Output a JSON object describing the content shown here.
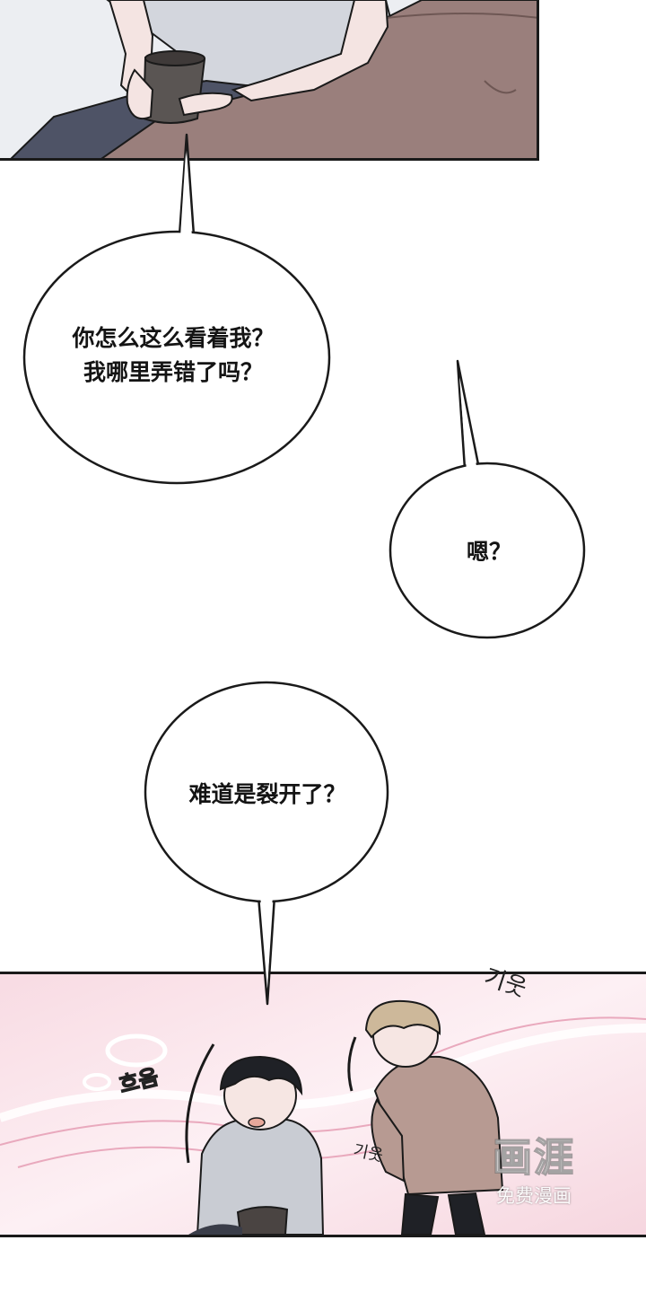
{
  "page": {
    "background": "#ffffff"
  },
  "bubbles": [
    {
      "id": "bubble-1",
      "lines": [
        "你怎么这么看着我？",
        "我哪里弄错了吗？"
      ]
    },
    {
      "id": "bubble-2",
      "lines": [
        "嗯？"
      ]
    },
    {
      "id": "bubble-3",
      "lines": [
        "难道是裂开了？"
      ]
    }
  ],
  "sound_effects": {
    "sfx_1": "기웃",
    "sfx_2": "흐음",
    "sfx_3": "기웃"
  },
  "watermark": {
    "logo": "画涯",
    "caption": "免费漫画"
  },
  "colors": {
    "ink": "#1a1a1a",
    "panel_bottom_bg": "#fbe9ee",
    "panel_top_bg": "#eceef2",
    "sofa": "#9a7f7c",
    "sweater_beige": "#b79a92",
    "shirt_gray": "#c9ccd3",
    "hair_dark": "#1f2126",
    "hair_light": "#cdb89a"
  }
}
